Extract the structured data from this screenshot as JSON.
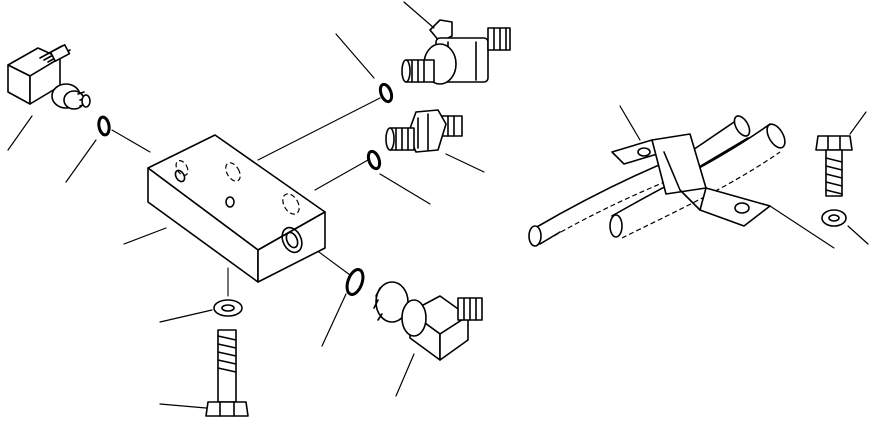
{
  "diagram": {
    "kind": "exploded-parts-illustration",
    "text_labels": [],
    "assemblies": [
      {
        "name": "valve-block-assembly",
        "parts": [
          "valve-block",
          "elbow-fitting",
          "o-ring",
          "straight-fitting",
          "bolt",
          "washer"
        ]
      },
      {
        "name": "hose-clamp-assembly",
        "parts": [
          "hose",
          "clamp",
          "bolt",
          "washer"
        ]
      }
    ],
    "colors": {
      "line": "#000000",
      "background": "#ffffff"
    }
  }
}
